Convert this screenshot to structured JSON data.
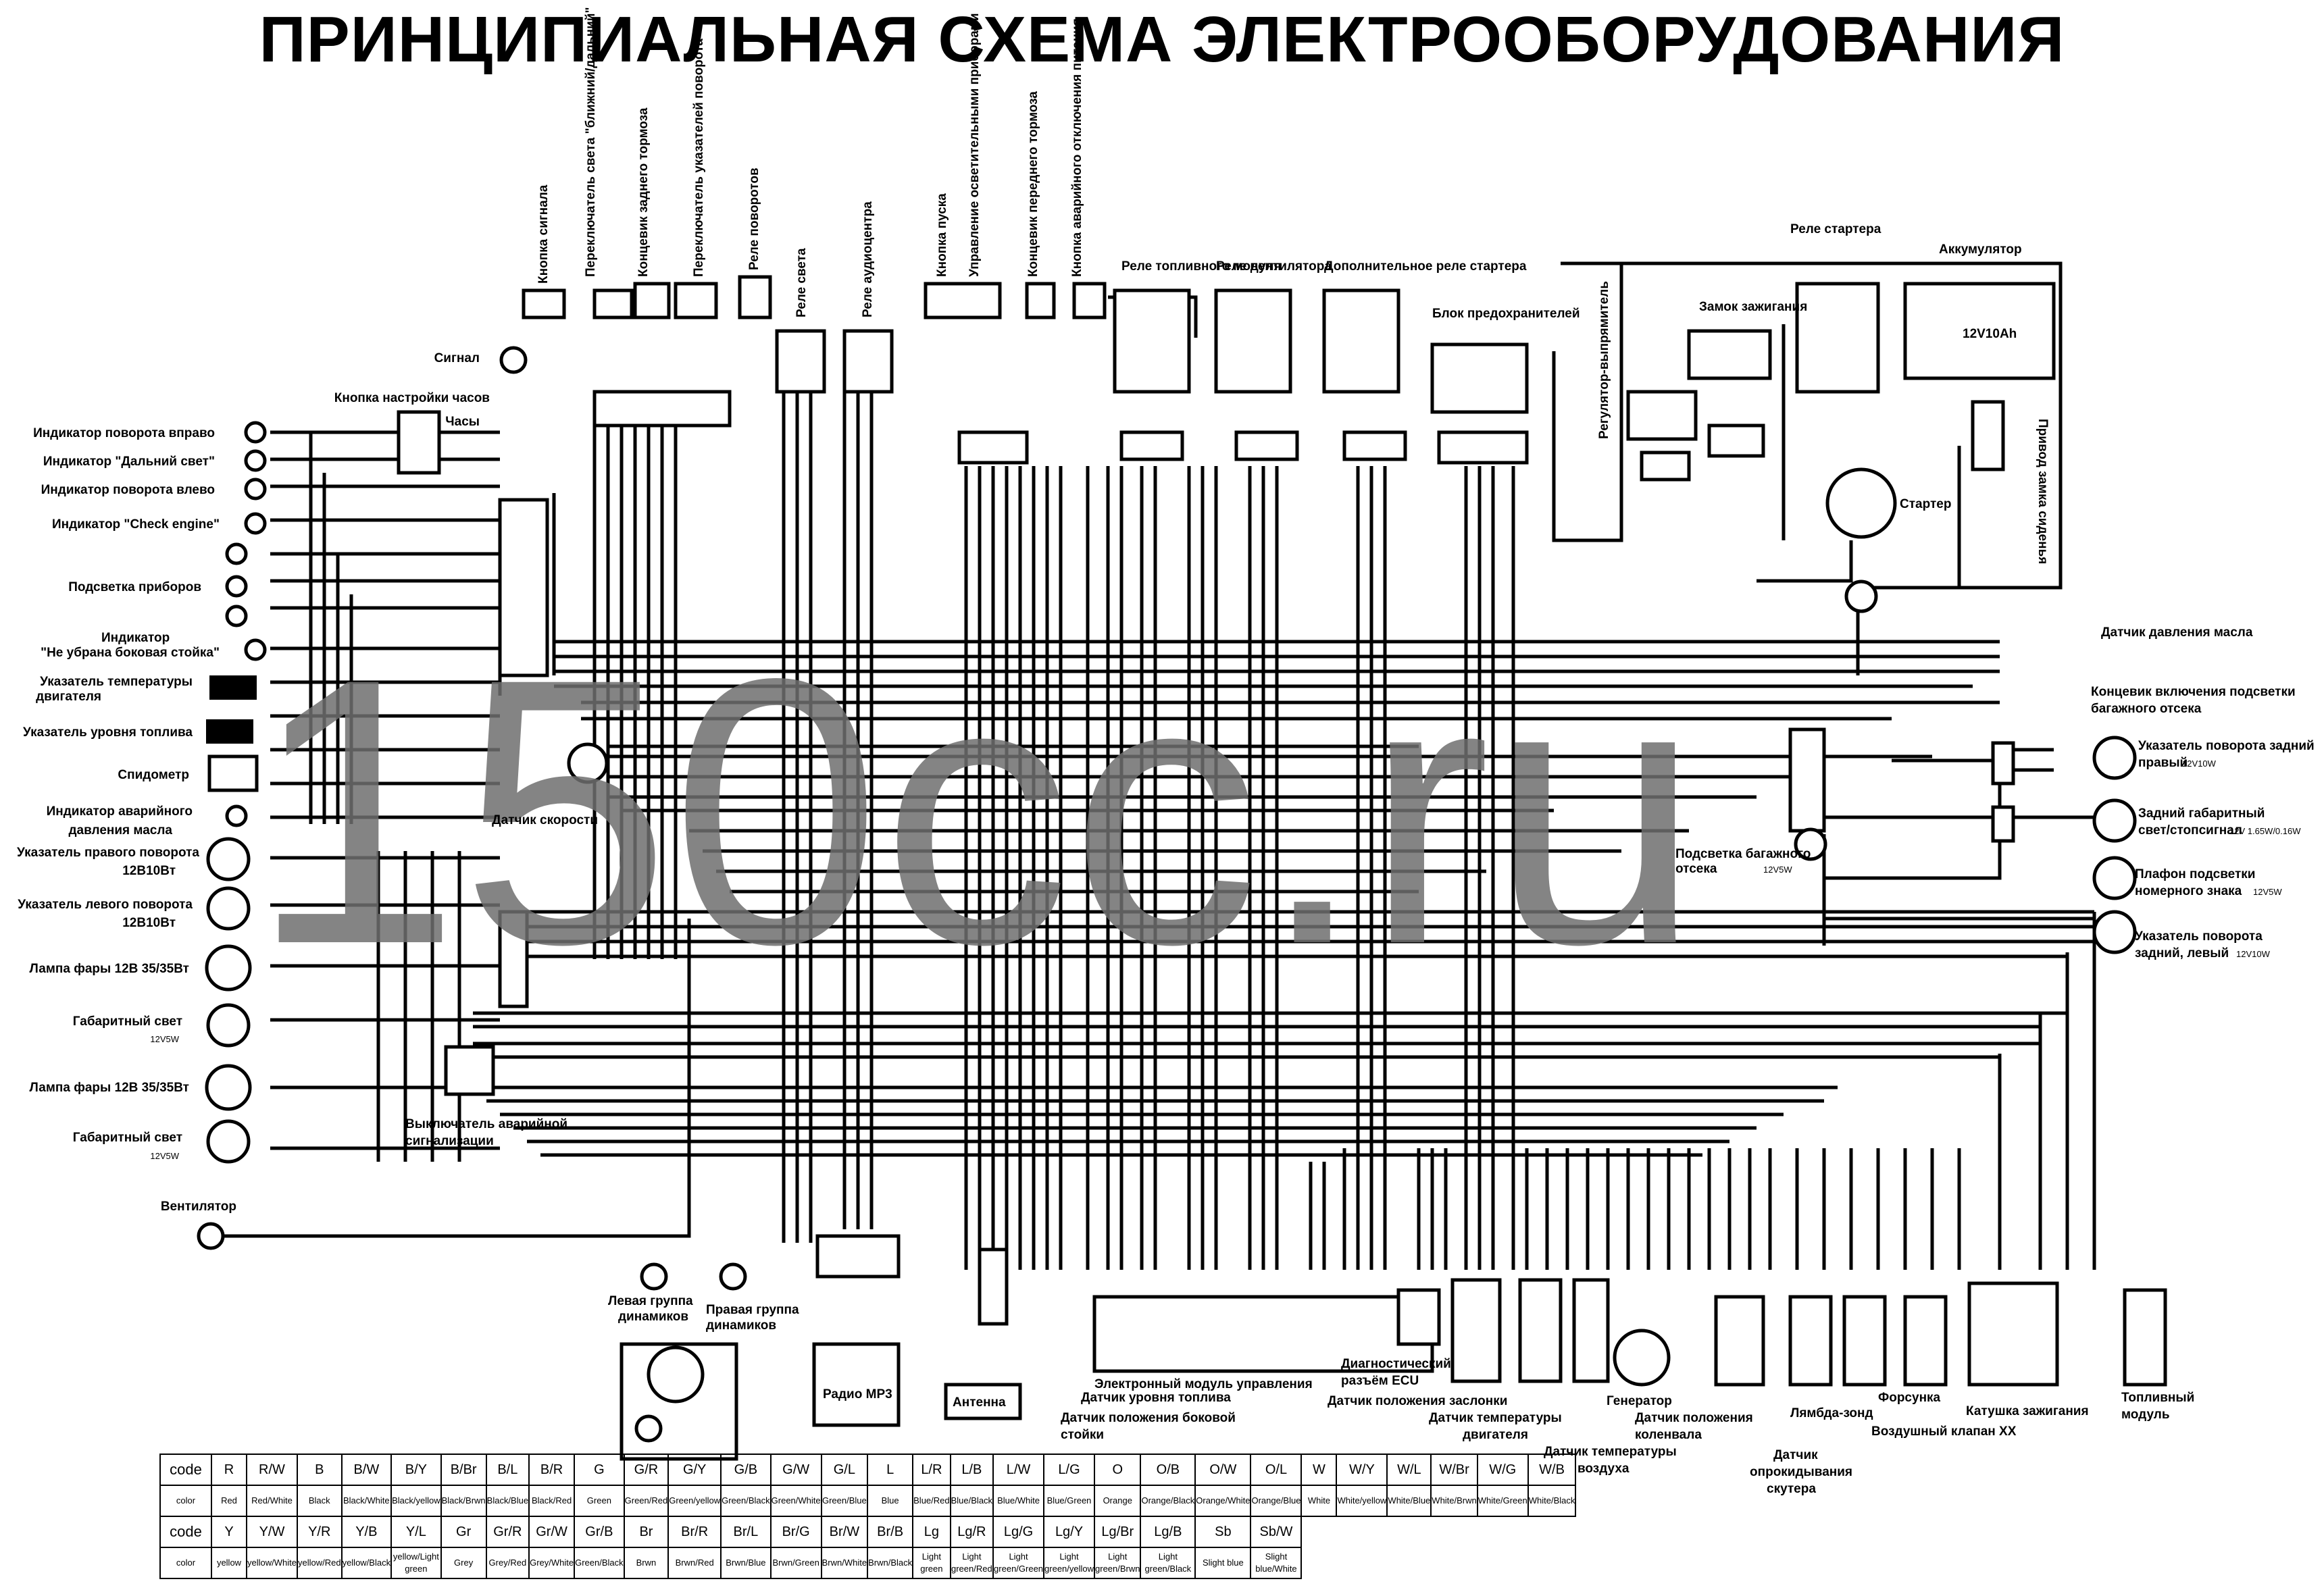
{
  "title": "ПРИНЦИПИАЛЬНАЯ СХЕМА ЭЛЕКТРООБОРУДОВАНИЯ",
  "watermark": "150cc.ru",
  "colors": {
    "ink": "#000000",
    "watermark": "#6e6e6e",
    "background": "#ffffff"
  },
  "top_labels": {
    "horn_button": "Кнопка сигнала",
    "light_switch": "Переключатель света \"ближний/дальний\"",
    "rear_brake_switch": "Концевик заднего тормоза",
    "turn_switch": "Переключатель указателей поворота",
    "turn_relay": "Реле поворотов",
    "light_relay": "Реле света",
    "audio_relay": "Реле аудиоцентра",
    "start_button": "Кнопка пуска",
    "lighting_control": "Управление осветительными приборами",
    "front_brake_switch": "Концевик переднего тормоза",
    "emergency_stop": "Кнопка аварийного отключения питания",
    "fuel_pump_relay": "Реле топливного модуля",
    "fan_relay": "Реле вентилятора",
    "aux_starter_relay": "Дополнительное реле стартера",
    "fuse_box": "Блок предохранителей",
    "regulator": "Регулятор-выпрямитель",
    "ignition_switch": "Замок зажигания",
    "starter_relay": "Реле стартера",
    "battery": "Аккумулятор",
    "battery_spec": "12V10Ah"
  },
  "left_labels": {
    "horn": "Сигнал",
    "clock_button": "Кнопка настройки часов",
    "clock": "Часы",
    "turn_right_ind": "Индикатор поворота вправо",
    "high_beam_ind": "Индикатор \"Дальний свет\"",
    "turn_left_ind": "Индикатор поворота влево",
    "check_engine_ind": "Индикатор \"Check engine\"",
    "backlight": "Подсветка приборов",
    "sidestand_ind_1": "Индикатор",
    "sidestand_ind_2": "\"Не убрана боковая стойка\"",
    "temp_gauge_1": "Указатель температуры",
    "temp_gauge_2": "двигателя",
    "fuel_gauge": "Указатель уровня топлива",
    "speedometer": "Спидометр",
    "oil_ind_1": "Индикатор аварийного",
    "oil_ind_2": "давления  масла",
    "speed_sensor": "Датчик скорости",
    "front_right_turn": "Указатель правого поворота",
    "front_left_turn": "Указатель левого поворота",
    "turn_spec": "12В10Вт",
    "headlamp": "Лампа фары 12В 35/35Вт",
    "position_light": "Габаритный свет",
    "position_spec": "12V5W",
    "hazard_switch_1": "Выключатель аварийной",
    "hazard_switch_2": "сигнализации",
    "fan": "Вентилятор"
  },
  "right_labels": {
    "oil_pressure": "Датчик давления масла",
    "trunk_switch_1": "Концевик включения подсветки",
    "trunk_switch_2": "багажного отсека",
    "rear_right_turn_1": "Указатель поворота задний",
    "rear_right_turn_2": "правый",
    "rear_turn_spec": "12V10W",
    "tail_light_1": "Задний габаритный",
    "tail_light_2": "свет/стопсигнал",
    "tail_spec": "12V 1.65W/0.16W",
    "plate_light_1": "Плафон подсветки",
    "plate_light_2": "номерного знака",
    "plate_spec": "12V5W",
    "rear_left_turn_1": "Указатель поворота",
    "rear_left_turn_2": "задний, левый",
    "trunk_light_1": "Подсветка багажного",
    "trunk_light_2": "отсека",
    "trunk_spec": "12V5W",
    "seat_lock": "Привод замка сиденья",
    "starter": "Стартер"
  },
  "bottom_labels": {
    "left_speakers_1": "Левая группа",
    "left_speakers_2": "динамиков",
    "right_speakers_1": "Правая группа",
    "right_speakers_2": "динамиков",
    "radio": "Радио MP3",
    "antenna": "Антенна",
    "fuel_level": "Датчик уровня топлива",
    "sidestand_1": "Датчик положения боковой",
    "sidestand_2": "стойки",
    "ecu": "Электронный модуль управления",
    "diag_1": "Диагностический",
    "diag_2": "разъём ECU",
    "throttle": "Датчик положения заслонки",
    "engine_temp_1": "Датчик температуры",
    "engine_temp_2": "двигателя",
    "air_temp_1": "Датчик температуры",
    "air_temp_2": "воздуха",
    "generator": "Генератор",
    "crank_1": "Датчик положения",
    "crank_2": "коленвала",
    "tilt_1": "Датчик",
    "tilt_2": "опрокидывания",
    "tilt_3": "скутера",
    "lambda": "Лямбда-зонд",
    "injector": "Форсунка",
    "idle_valve": "Воздушный клапан ХХ",
    "ignition_coil": "Катушка зажигания",
    "fuel_module_1": "Топливный",
    "fuel_module_2": "модуль"
  },
  "legend": {
    "header_code": "code",
    "header_color": "color",
    "row1_codes": [
      "R",
      "R/W",
      "B",
      "B/W",
      "B/Y",
      "B/Br",
      "B/L",
      "B/R",
      "G",
      "G/R",
      "G/Y",
      "G/B",
      "G/W",
      "G/L",
      "L",
      "L/R",
      "L/B",
      "L/W",
      "L/G",
      "O",
      "O/B",
      "O/W",
      "O/L",
      "W",
      "W/Y",
      "W/L",
      "W/Br",
      "W/G",
      "W/B"
    ],
    "row1_colors": [
      "Red",
      "Red/White",
      "Black",
      "Black/White",
      "Black/yellow",
      "Black/Brwn",
      "Black/Blue",
      "Black/Red",
      "Green",
      "Green/Red",
      "Green/yellow",
      "Green/Black",
      "Green/White",
      "Green/Blue",
      "Blue",
      "Blue/Red",
      "Blue/Black",
      "Blue/White",
      "Blue/Green",
      "Orange",
      "Orange/Black",
      "Orange/White",
      "Orange/Blue",
      "White",
      "White/yellow",
      "White/Blue",
      "White/Brwn",
      "White/Green",
      "White/Black"
    ],
    "row2_codes": [
      "Y",
      "Y/W",
      "Y/R",
      "Y/B",
      "Y/L",
      "Gr",
      "Gr/R",
      "Gr/W",
      "Gr/B",
      "Br",
      "Br/R",
      "Br/L",
      "Br/G",
      "Br/W",
      "Br/B",
      "Lg",
      "Lg/R",
      "Lg/G",
      "Lg/Y",
      "Lg/Br",
      "Lg/B",
      "Sb",
      "Sb/W"
    ],
    "row2_colors": [
      "yellow",
      "yellow/White",
      "yellow/Red",
      "yellow/Black",
      "yellow/Light green",
      "Grey",
      "Grey/Red",
      "Grey/White",
      "Green/Black",
      "Brwn",
      "Brwn/Red",
      "Brwn/Blue",
      "Brwn/Green",
      "Brwn/White",
      "Brwn/Black",
      "Light green",
      "Light green/Red",
      "Light green/Green",
      "Light green/yellow",
      "Light green/Brwn",
      "Light green/Black",
      "Slight blue",
      "Slight blue/White"
    ]
  }
}
